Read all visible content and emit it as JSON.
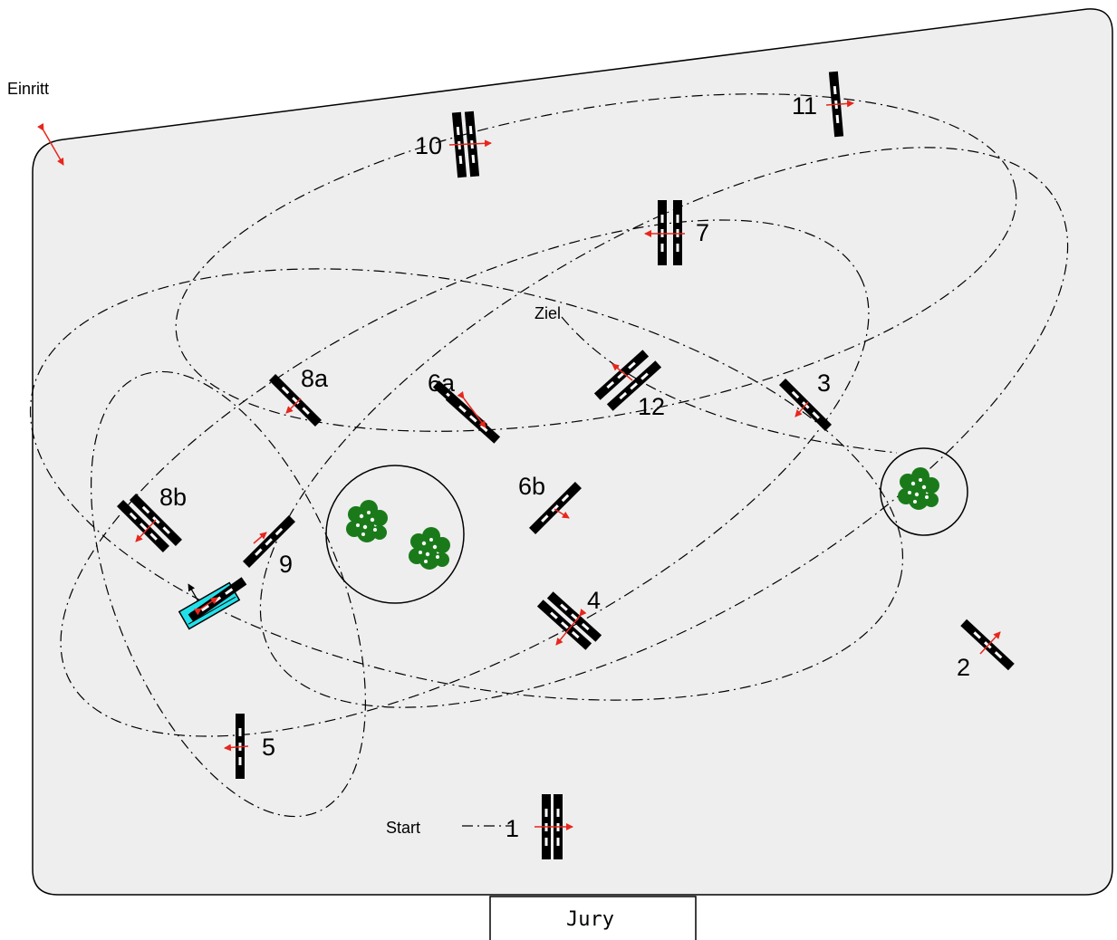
{
  "labels": {
    "entrance": "Einritt",
    "start": "Start",
    "finish": "Ziel",
    "jury": "Jury"
  },
  "obstacles": [
    "1",
    "2",
    "3",
    "4",
    "5",
    "6a",
    "6b",
    "7",
    "8a",
    "8b",
    "9",
    "10",
    "11",
    "12"
  ],
  "colors": {
    "arena": "#eeeeee",
    "direction_arrow": "#e8261c",
    "tree": "#1a7a1a",
    "vehicle": "#22e0ea"
  }
}
